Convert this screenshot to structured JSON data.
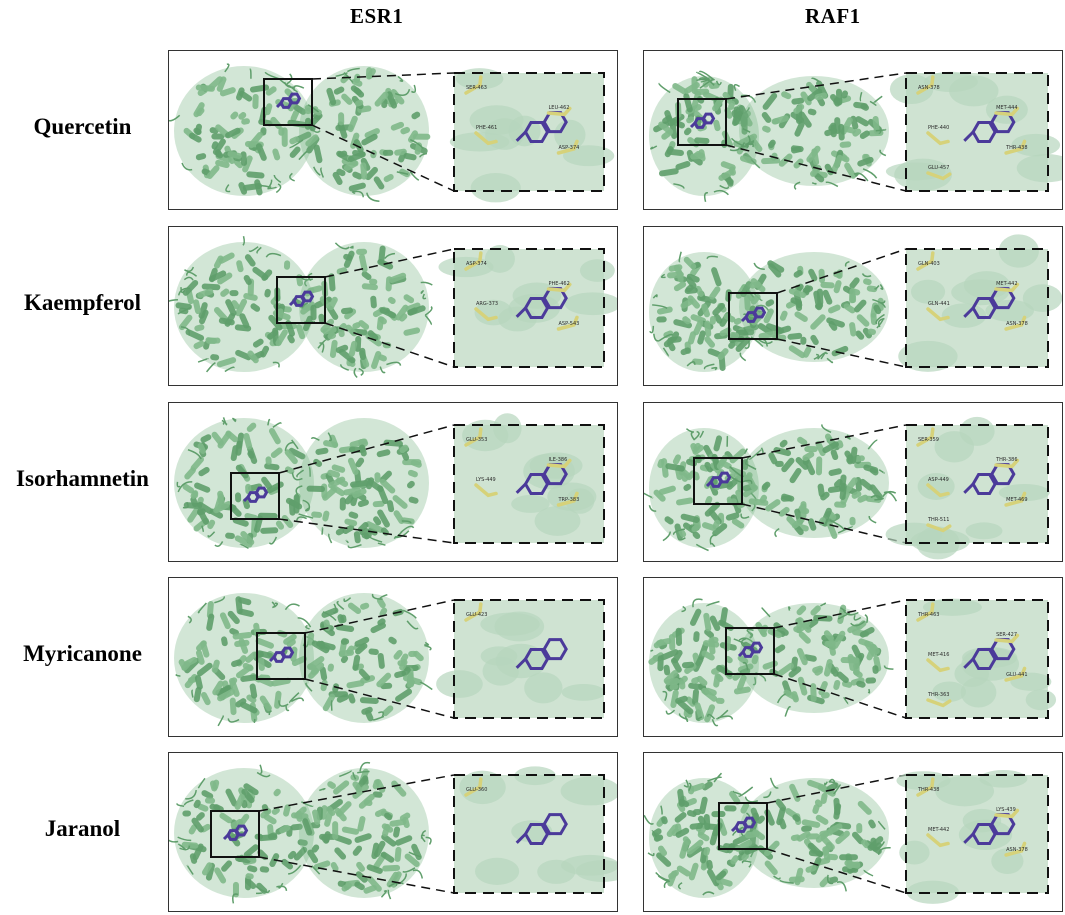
{
  "columns": [
    "ESR1",
    "RAF1"
  ],
  "rows": [
    {
      "label": "Quercetin",
      "esr1_residues": [
        "SER-463",
        "LEU-462",
        "PHE-461",
        "ASP-374"
      ],
      "raf1_residues": [
        "ASN-378",
        "MET-444",
        "PHE-440",
        "THR-438",
        "GLU-457"
      ]
    },
    {
      "label": "Kaempferol",
      "esr1_residues": [
        "ASP-374",
        "PHE-462",
        "ARG-373",
        "ASP-543"
      ],
      "raf1_residues": [
        "GLN-403",
        "MET-442",
        "GLN-441",
        "ASN-378"
      ]
    },
    {
      "label": "Isorhamnetin",
      "esr1_residues": [
        "GLU-353",
        "ILE-386",
        "LYS-449",
        "TRP-383"
      ],
      "raf1_residues": [
        "SER-359",
        "THR-386",
        "ASP-449",
        "MET-469",
        "THR-511"
      ]
    },
    {
      "label": "Myricanone",
      "esr1_residues": [
        "GLU-423"
      ],
      "raf1_residues": [
        "THR-463",
        "SER-427",
        "MET-416",
        "GLU-441",
        "THR-363"
      ]
    },
    {
      "label": "Jaranol",
      "esr1_residues": [
        "GLU-360"
      ],
      "raf1_residues": [
        "THR-438",
        "LYS-439",
        "MET-442",
        "ASN-378"
      ]
    }
  ],
  "colors": {
    "protein": "#7fb88a",
    "protein_dark": "#5f9e6b",
    "ligand": "#4b3a9a",
    "residue": "#d6d27a",
    "zoom_bg": "#cfe3d2"
  }
}
